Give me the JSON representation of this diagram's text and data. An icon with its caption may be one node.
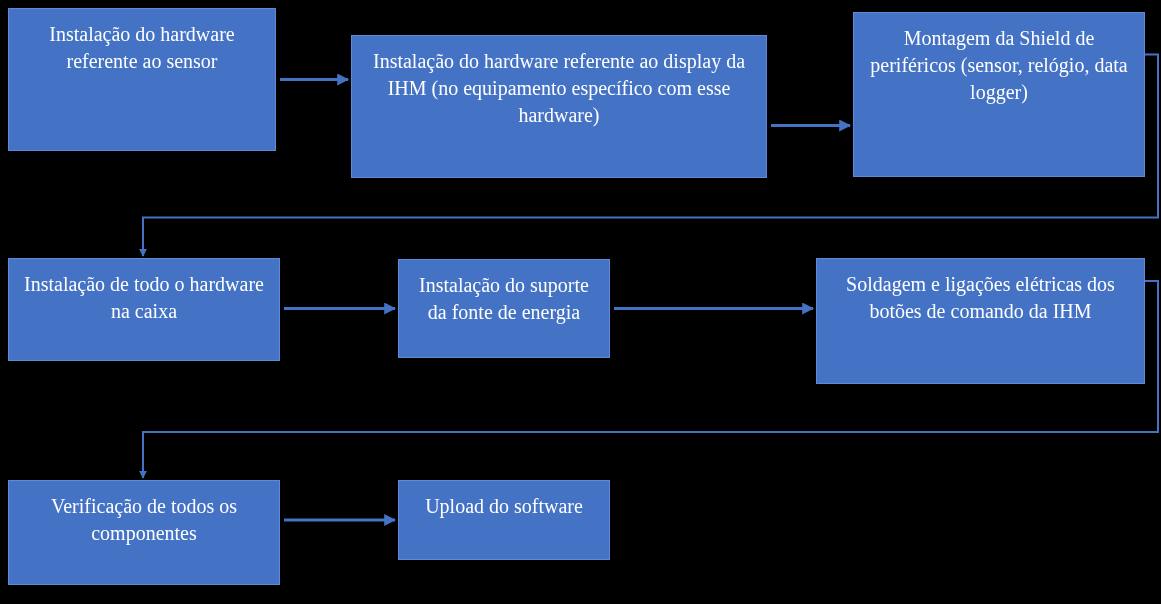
{
  "diagram": {
    "nodes": [
      {
        "text": [
          "Instalação do hardware referente ao sensor"
        ]
      },
      {
        "text": [
          "Instalação do hardware referente ao display da IHM (no equipamento específico com esse hardware)"
        ]
      },
      {
        "text": [
          "Montagem da Shield de periféricos (sensor, relógio, data logger)"
        ]
      },
      {
        "text": [
          "Instalação de todo o hardware na caixa"
        ]
      },
      {
        "text": [
          "Instalação do suporte da fonte de energia"
        ]
      },
      {
        "text": [
          "Soldagem e ligações elétricas dos botões de comando da IHM"
        ]
      },
      {
        "text": [
          "Verificação de todos os componentes"
        ]
      },
      {
        "text": [
          "Upload do software"
        ]
      }
    ],
    "edges": [
      {
        "from": 0,
        "to": 1,
        "arrow": "to"
      },
      {
        "from": 1,
        "to": 2,
        "arrow": "to"
      },
      {
        "from": 2,
        "to": 3,
        "arrow": "to"
      },
      {
        "from": 3,
        "to": 4,
        "arrow": "to"
      },
      {
        "from": 4,
        "to": 5,
        "arrow": "to"
      },
      {
        "from": 5,
        "to": 6,
        "arrow": "to"
      },
      {
        "from": 6,
        "to": 7,
        "arrow": "to"
      }
    ]
  }
}
